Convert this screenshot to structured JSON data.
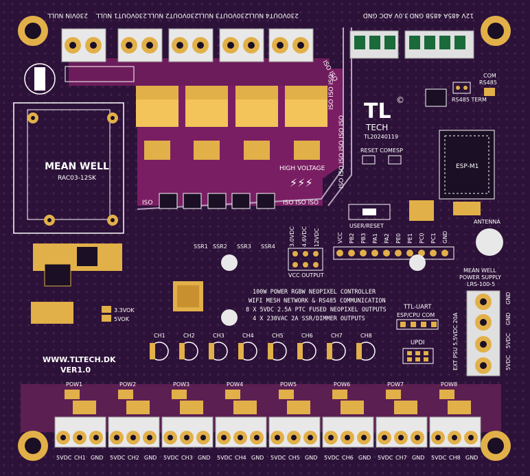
{
  "board": {
    "colors": {
      "substrate": "#2c1238",
      "trace": "#5c1f52",
      "pour": "#7a1e63",
      "gold": "#e2b049",
      "silk": "#ffffff"
    },
    "top_terminals": {
      "labels_upside": [
        "230VIN NULL",
        "230VOUT1 NULL",
        "230VOUT2 NULL",
        "230VOUT3 NULL",
        "230VOUT4 NULL"
      ],
      "right_labels_upside": [
        "3.0V ADC GND",
        "12V 485A 485B GND"
      ]
    },
    "iso_labels": {
      "vertical_a": "ISO ISO ISO",
      "vertical_b": "ISO ISO ISO ISO ISO ISO",
      "diagonal": "ISO ISO",
      "row": "ISO",
      "row2": "ISO ISO ISO"
    },
    "psu": {
      "brand": "MEAN WELL",
      "model": "RAC03-12SK"
    },
    "high_voltage": "HIGH VOLTAGE",
    "ssr_labels": [
      "SSR1",
      "SSR2",
      "SSR3",
      "SSR4"
    ],
    "vcc_labels": [
      "3.0VDC",
      "4.6VDC",
      "12VDC"
    ],
    "vcc_output": "VCC OUTPUT",
    "header_pins": [
      "VCC",
      "PB2",
      "PB3",
      "PA1",
      "PA2",
      "PE0",
      "PE1",
      "PC0",
      "PC1",
      "GND"
    ],
    "logo": {
      "mark": "TL",
      "copyright": "©",
      "name": "TECH",
      "code": "TL20240119"
    },
    "rs485": {
      "com": "COM",
      "bus": "RS485",
      "term": "RS485 TERM"
    },
    "buttons": {
      "reset_com": "RESET COM",
      "esp": "ESP",
      "user_reset": "USER/RESET"
    },
    "esp": {
      "module": "ESP-M1",
      "antenna": "ANTENNA"
    },
    "description": [
      "100W POWER RGBW NEOPIXEL CONTROLLER",
      "WIFI MESH NETWORK & RS485 COMMUNICATION",
      "8 X 5VDC 2.5A PTC FUSED NEOPIXEL OUTPUTS",
      "4 X 230VAC 2A SSR/DIMMER OUTPUTS"
    ],
    "uart": {
      "title": "TTL-UART",
      "sub": "ESP/CPU COM"
    },
    "updi": "UPDI",
    "status_leds": [
      "3.3VOK",
      "5VOK"
    ],
    "website": "WWW.TLTECH.DK",
    "version": "VER1.0",
    "ext_psu": {
      "title_lines": [
        "MEAN WELL",
        "POWER SUPPLY",
        "LRS-100-5"
      ],
      "side": "EXT PSU 5.5VDC 20A",
      "pins": [
        "GND",
        "GND",
        "5VDC",
        "5VDC"
      ]
    },
    "channels": [
      "CH1",
      "CH2",
      "CH3",
      "CH4",
      "CH5",
      "CH6",
      "CH7",
      "CH8"
    ],
    "pow_labels": [
      "POW1",
      "POW2",
      "POW3",
      "POW4",
      "POW5",
      "POW6",
      "POW7",
      "POW8"
    ],
    "outputs": [
      {
        "vdc": "5VDC",
        "ch": "CH1",
        "gnd": "GND"
      },
      {
        "vdc": "5VDC",
        "ch": "CH2",
        "gnd": "GND"
      },
      {
        "vdc": "5VDC",
        "ch": "CH3",
        "gnd": "GND"
      },
      {
        "vdc": "5VDC",
        "ch": "CH4",
        "gnd": "GND"
      },
      {
        "vdc": "5VDC",
        "ch": "CH5",
        "gnd": "GND"
      },
      {
        "vdc": "5VDC",
        "ch": "CH6",
        "gnd": "GND"
      },
      {
        "vdc": "5VDC",
        "ch": "CH7",
        "gnd": "GND"
      },
      {
        "vdc": "5VDC",
        "ch": "CH8",
        "gnd": "GND"
      }
    ]
  }
}
